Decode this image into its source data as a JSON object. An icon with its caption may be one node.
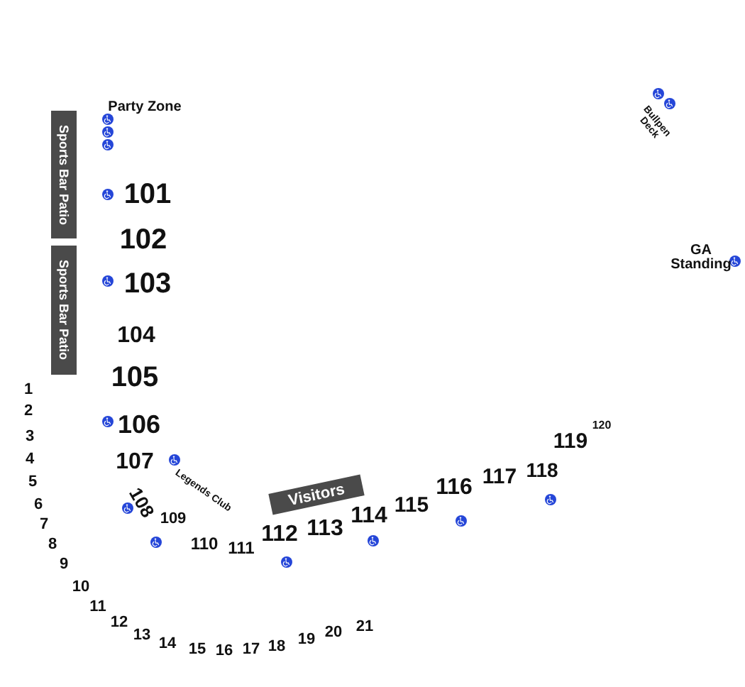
{
  "diagram": {
    "nodes": [
      {
        "text": [
          "Sports Bar Patio"
        ]
      },
      {
        "text": [
          "Sports Bar Patio"
        ]
      },
      {
        "text": [
          "Visitors"
        ]
      }
    ],
    "labels": [
      "Party Zone",
      "Bullpen Deck",
      "101",
      "102",
      "GA Standing",
      "103",
      "104",
      "105",
      "106",
      "107",
      "108",
      "109",
      "110",
      "111",
      "112",
      "113",
      "114",
      "115",
      "116",
      "117",
      "118",
      "119",
      "120",
      "1",
      "2",
      "3",
      "4",
      "5",
      "6",
      "7",
      "8",
      "9",
      "10",
      "11",
      "12",
      "13",
      "14",
      "15",
      "16",
      "17",
      "18",
      "19",
      "20",
      "21",
      "Legends Club"
    ]
  }
}
